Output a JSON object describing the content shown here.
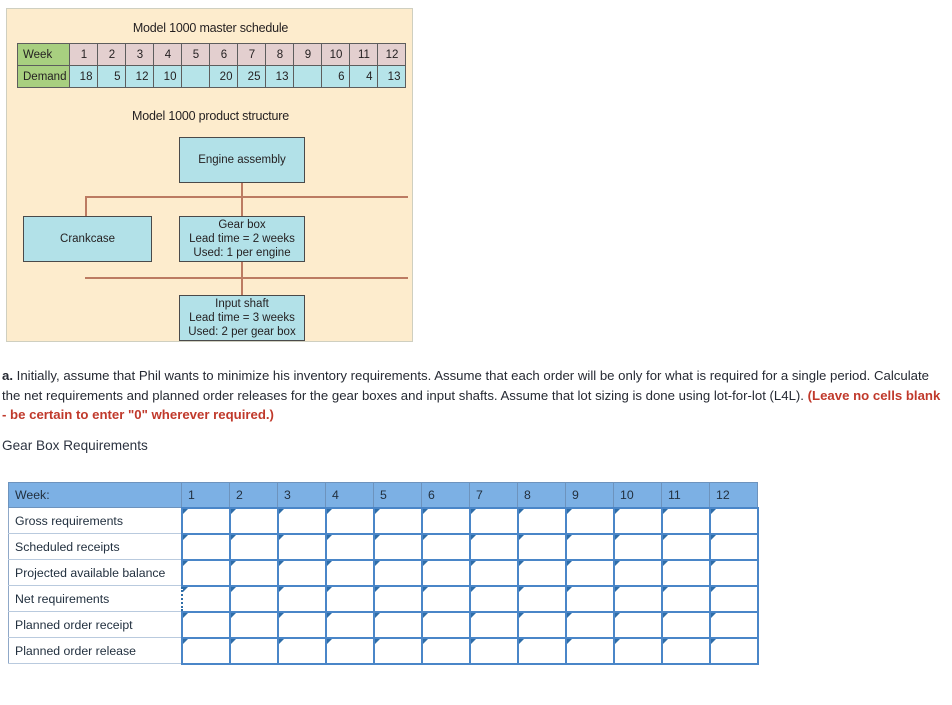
{
  "figure": {
    "master_schedule_title": "Model 1000 master schedule",
    "product_structure_title": "Model 1000 product structure",
    "master_schedule": {
      "row_labels": [
        "Week",
        "Demand"
      ],
      "weeks": [
        "1",
        "2",
        "3",
        "4",
        "5",
        "6",
        "7",
        "8",
        "9",
        "10",
        "11",
        "12"
      ],
      "demand": [
        "18",
        "5",
        "12",
        "10",
        "",
        "20",
        "25",
        "13",
        "",
        "6",
        "4",
        "13"
      ]
    },
    "tree": {
      "engine": {
        "line1": "Engine assembly"
      },
      "crankcase": {
        "line1": "Crankcase"
      },
      "gearbox": {
        "line1": "Gear box",
        "line2": "Lead time = 2 weeks",
        "line3": "Used: 1 per engine"
      },
      "inputshaft": {
        "line1": "Input shaft",
        "line2": "Lead time = 3 weeks",
        "line3": "Used: 2 per gear box"
      }
    },
    "colors": {
      "panel_bg": "#fdeccd",
      "node_fill": "#b2e1e8",
      "connector": "#bc7b62",
      "week_header_fill": "#a8cf80",
      "week_cell_fill": "#e3cfcf",
      "demand_cell_fill": "#b6e4e9"
    }
  },
  "question": {
    "label": "a.",
    "body": " Initially, assume that Phil wants to minimize his inventory requirements. Assume that each order will be only for what is required for a single period. Calculate the net requirements and planned order releases for the gear boxes and input shafts. Assume that lot sizing is done using lot-for-lot (L4L). ",
    "red_note": "(Leave no cells blank - be certain to enter \"0\" wherever required.)"
  },
  "gear_box_section": {
    "subtitle": "Gear Box Requirements",
    "table": {
      "corner_header": "Week:",
      "week_headers": [
        "1",
        "2",
        "3",
        "4",
        "5",
        "6",
        "7",
        "8",
        "9",
        "10",
        "11",
        "12"
      ],
      "row_labels": [
        "Gross requirements",
        "Scheduled receipts",
        "Projected available balance",
        "Net requirements",
        "Planned order receipt",
        "Planned order release"
      ],
      "values": [
        [
          "",
          "",
          "",
          "",
          "",
          "",
          "",
          "",
          "",
          "",
          "",
          ""
        ],
        [
          "",
          "",
          "",
          "",
          "",
          "",
          "",
          "",
          "",
          "",
          "",
          ""
        ],
        [
          "",
          "",
          "",
          "",
          "",
          "",
          "",
          "",
          "",
          "",
          "",
          ""
        ],
        [
          "",
          "",
          "",
          "",
          "",
          "",
          "",
          "",
          "",
          "",
          "",
          ""
        ],
        [
          "",
          "",
          "",
          "",
          "",
          "",
          "",
          "",
          "",
          "",
          "",
          ""
        ],
        [
          "",
          "",
          "",
          "",
          "",
          "",
          "",
          "",
          "",
          "",
          "",
          ""
        ]
      ],
      "selected_cell": {
        "row": 3,
        "col": 0
      },
      "header_fill": "#7cb0e4",
      "cell_border": "#4a86c8"
    }
  }
}
